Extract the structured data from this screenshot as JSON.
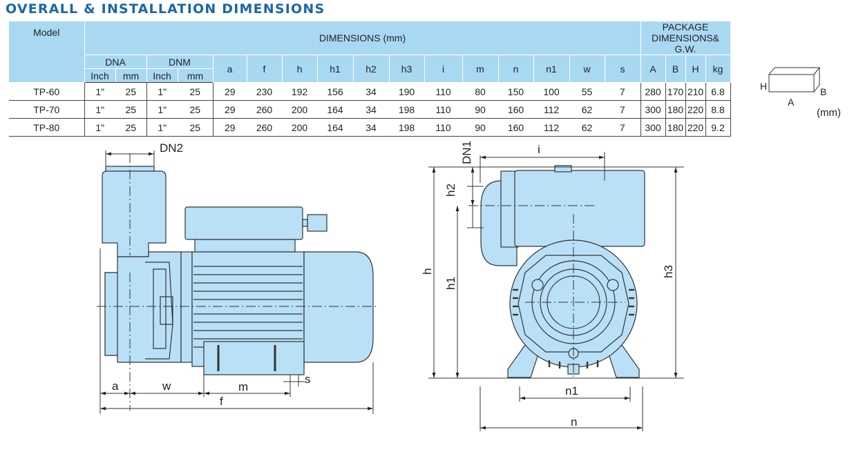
{
  "title": "OVERALL & INSTALLATION DIMENSIONS",
  "table": {
    "model_header": "Model",
    "dimensions_header": "DIMENSIONS (mm)",
    "package_header": "PACKAGE DIMENSIONS& G.W.",
    "dna": "DNA",
    "dnm": "DNM",
    "inch": "Inch",
    "mm": "mm",
    "cols": [
      "a",
      "f",
      "h",
      "h1",
      "h2",
      "h3",
      "i",
      "m",
      "n",
      "n1",
      "w",
      "s"
    ],
    "pkg_cols": [
      "A",
      "B",
      "H",
      "kg"
    ],
    "rows": [
      {
        "model": "TP-60",
        "dna_in": "1\"",
        "dna_mm": "25",
        "dnm_in": "1\"",
        "dnm_mm": "25",
        "d": [
          "29",
          "230",
          "192",
          "156",
          "34",
          "190",
          "110",
          "80",
          "150",
          "100",
          "55",
          "7"
        ],
        "p": [
          "280",
          "170",
          "210",
          "6.8"
        ]
      },
      {
        "model": "TP-70",
        "dna_in": "1\"",
        "dna_mm": "25",
        "dnm_in": "1\"",
        "dnm_mm": "25",
        "d": [
          "29",
          "260",
          "200",
          "164",
          "34",
          "198",
          "110",
          "90",
          "160",
          "112",
          "62",
          "7"
        ],
        "p": [
          "300",
          "180",
          "220",
          "8.8"
        ]
      },
      {
        "model": "TP-80",
        "dna_in": "1\"",
        "dna_mm": "25",
        "dnm_in": "1\"",
        "dnm_mm": "25",
        "d": [
          "29",
          "260",
          "200",
          "164",
          "34",
          "198",
          "110",
          "90",
          "160",
          "112",
          "62",
          "7"
        ],
        "p": [
          "300",
          "180",
          "220",
          "9.2"
        ]
      }
    ]
  },
  "box": {
    "H": "H",
    "B": "B",
    "A": "A",
    "unit": "(mm)"
  },
  "side": {
    "dn2": "DN2",
    "a": "a",
    "w": "w",
    "m": "m",
    "s": "s",
    "f": "f"
  },
  "front": {
    "dn1": "DN1",
    "i": "i",
    "h": "h",
    "h1": "h1",
    "h2": "h2",
    "h3": "h3",
    "n1": "n1",
    "n": "n"
  },
  "colors": {
    "blue_fill": "#b9e0f7",
    "title": "#1a67a8",
    "header": "#a9d8f3"
  }
}
